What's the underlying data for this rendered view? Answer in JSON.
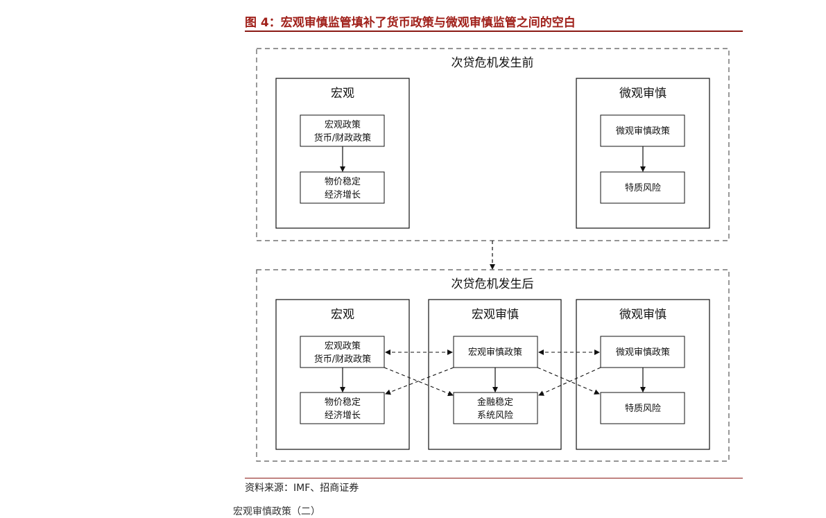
{
  "figure": {
    "title": "图 4：宏观审慎监管填补了货币政策与微观审慎监管之间的空白",
    "source": "资料来源：IMF、招商证券",
    "cutoff_text": "宏观审慎政策（二）"
  },
  "diagram": {
    "before": {
      "label": "次贷危机发生前",
      "macro": {
        "title": "宏观",
        "policy_line1": "宏观政策",
        "policy_line2": "货币/财政政策",
        "target_line1": "物价稳定",
        "target_line2": "经济增长"
      },
      "micro": {
        "title": "微观审慎",
        "policy": "微观审慎政策",
        "target": "特质风险"
      }
    },
    "after": {
      "label": "次贷危机发生后",
      "macro": {
        "title": "宏观",
        "policy_line1": "宏观政策",
        "policy_line2": "货币/财政政策",
        "target_line1": "物价稳定",
        "target_line2": "经济增长"
      },
      "macropru": {
        "title": "宏观审慎",
        "policy": "宏观审慎政策",
        "target_line1": "金融稳定",
        "target_line2": "系统风险"
      },
      "micro": {
        "title": "微观审慎",
        "policy": "微观审慎政策",
        "target": "特质风险"
      }
    }
  }
}
